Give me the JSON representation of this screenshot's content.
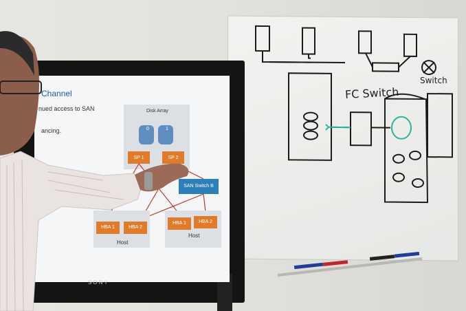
{
  "slide": {
    "title": "Channel",
    "text_line_1": "nued access to SAN",
    "text_line_2": "ancing.",
    "disk_array_label": "Disk Array",
    "disk_0": "0",
    "disk_1": "1",
    "sp1": "SP 1",
    "sp2": "SP 2",
    "san_switch": "SAN Switch B",
    "host_left": {
      "hba1": "HBA 1",
      "hba2": "HBA 2",
      "label": "Host"
    },
    "host_right": {
      "hba1": "HBA 1",
      "hba2": "HBA 2",
      "label": "Host"
    }
  },
  "monitor": {
    "brand": "SONY"
  },
  "whiteboard": {
    "fc_switch_label": "FC Switch",
    "switch_label": "Switch"
  },
  "colors": {
    "slide_accent": "#1b5da8",
    "orange_box": "#e07b2a",
    "teal_box": "#2c7fb8",
    "marker_teal": "#2ab3a0"
  }
}
